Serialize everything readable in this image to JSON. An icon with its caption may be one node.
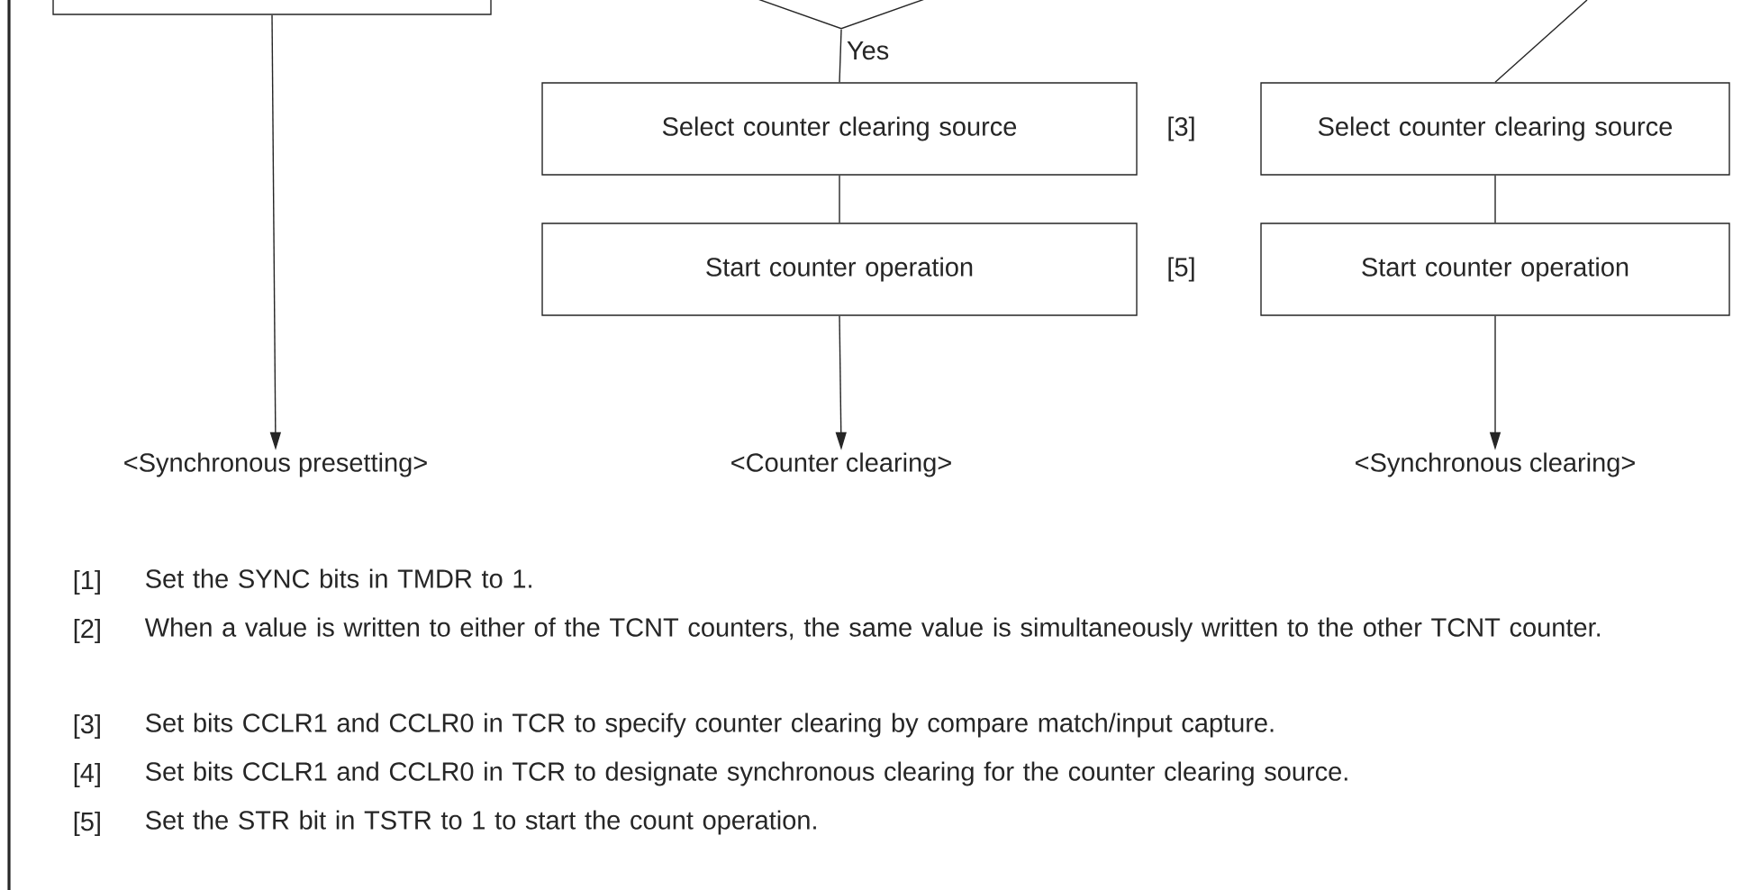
{
  "diagram": {
    "nodes": [
      {
        "text": [],
        "shape": "box"
      },
      {
        "text": [],
        "shape": "diamond"
      },
      {
        "text": [
          "Select counter clearing source"
        ],
        "beside": [
          "[3]"
        ]
      },
      {
        "text": [
          "Start counter operation"
        ],
        "beside": [
          "[5]"
        ]
      },
      {
        "text": [
          "<Synchronous presetting>"
        ]
      },
      {
        "text": [
          "<Counter clearing>"
        ]
      },
      {
        "text": [
          "Select counter clearing source"
        ]
      },
      {
        "text": [
          "Start counter operation"
        ]
      },
      {
        "text": [
          "<Synchronous clearing>"
        ]
      }
    ],
    "edges": [
      {
        "from": 0,
        "to": 4,
        "arrow": "to"
      },
      {
        "from": 1,
        "to": 2,
        "arrow": "none",
        "label": "Yes"
      },
      {
        "from": 2,
        "to": 3,
        "arrow": "none"
      },
      {
        "from": 3,
        "to": 5,
        "arrow": "to"
      },
      {
        "from": null,
        "to": 6,
        "arrow": "none"
      },
      {
        "from": 6,
        "to": 7,
        "arrow": "none"
      },
      {
        "from": 7,
        "to": 8,
        "arrow": "to"
      }
    ],
    "labels": [
      "[1]",
      "Set the SYNC bits in TMDR to 1.",
      "[2]",
      "When a value is written to either of the TCNT counters, the same value is simultaneously written to the other TCNT counter.",
      "[3]",
      "Set bits CCLR1 and CCLR0 in TCR to specify counter clearing by compare match/input capture.",
      "[4]",
      "Set bits CCLR1 and CCLR0 in TCR to designate synchronous clearing for the counter clearing source.",
      "[5]",
      "Set  the STR bit in TSTR to 1 to start the count operation."
    ]
  }
}
